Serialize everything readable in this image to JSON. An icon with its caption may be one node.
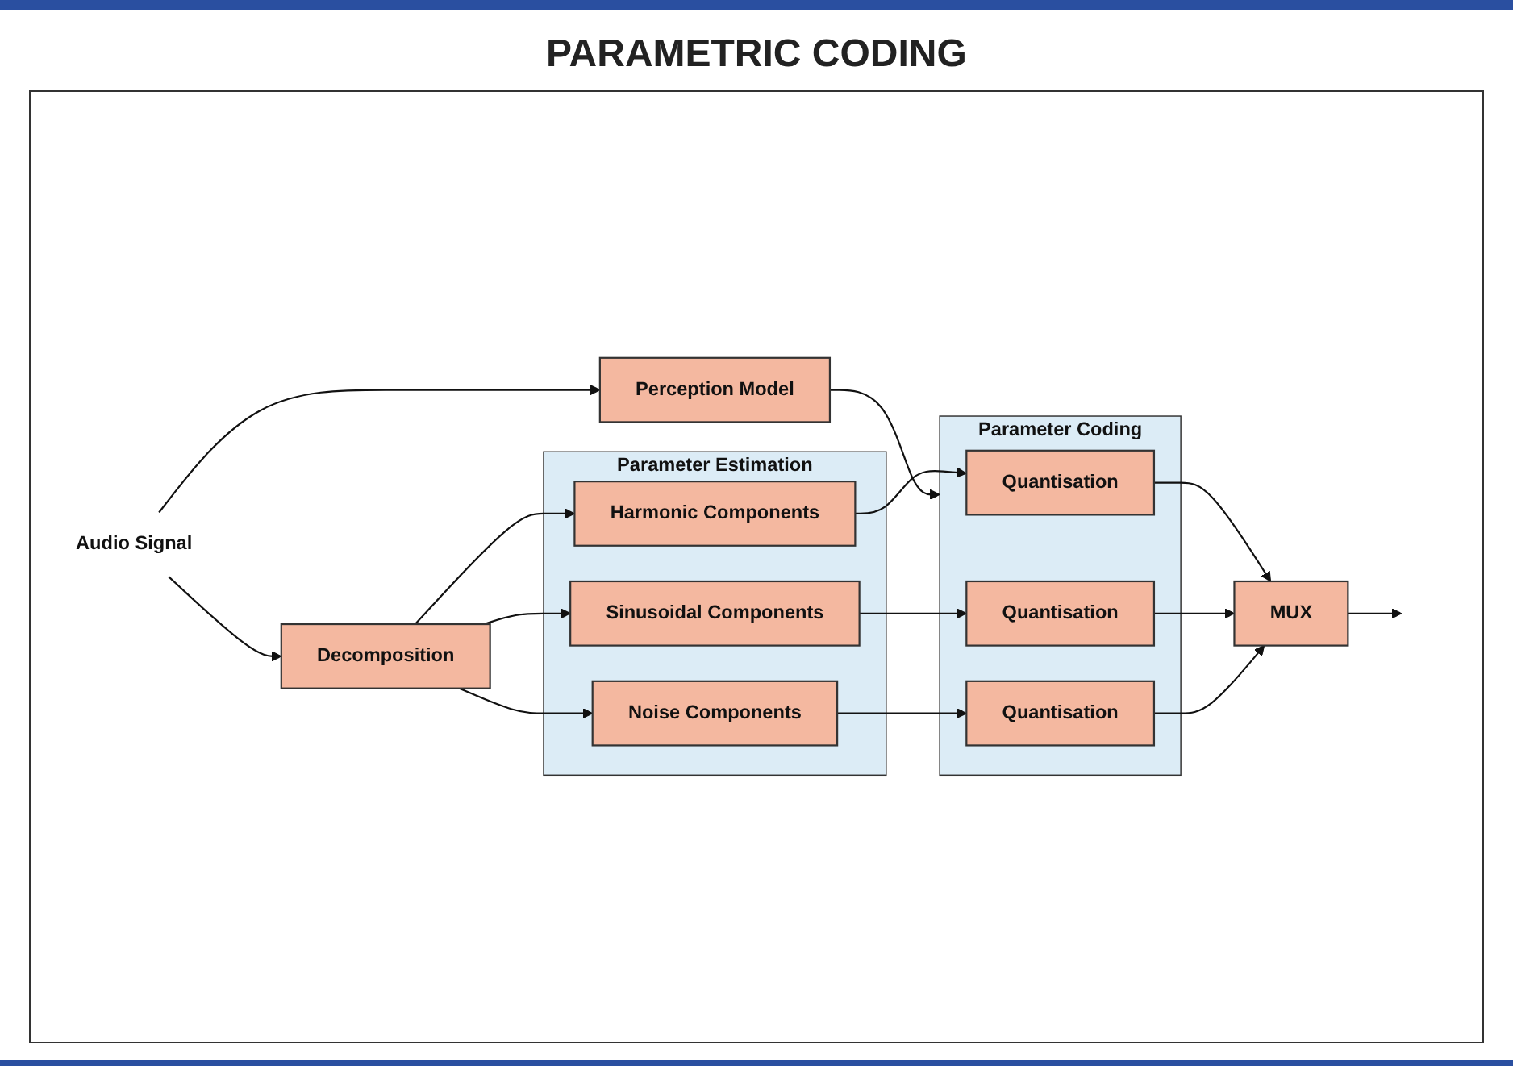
{
  "diagram": {
    "title": "PARAMETRIC CODING",
    "nodes": [
      {
        "text": [
          "Audio Signal"
        ]
      },
      {
        "text": [
          "Decomposition"
        ]
      },
      {
        "text": [
          "Perception Model"
        ]
      },
      {
        "text": [
          "Parameter Estimation"
        ]
      },
      {
        "text": [
          "Harmonic Components"
        ],
        "in": 3
      },
      {
        "text": [
          "Sinusoidal Components"
        ],
        "in": 3
      },
      {
        "text": [
          "Noise Components"
        ],
        "in": 3
      },
      {
        "text": [
          "Parameter Coding"
        ]
      },
      {
        "text": [
          "Quantisation"
        ],
        "in": 7
      },
      {
        "text": [
          "Quantisation"
        ],
        "in": 7
      },
      {
        "text": [
          "Quantisation"
        ],
        "in": 7
      },
      {
        "text": [
          "MUX"
        ]
      }
    ],
    "edges": [
      {
        "from": 0,
        "to": 1,
        "arrow": "to"
      },
      {
        "from": 0,
        "to": 2,
        "arrow": "to"
      },
      {
        "from": 1,
        "to": 4,
        "arrow": "to"
      },
      {
        "from": 1,
        "to": 5,
        "arrow": "to"
      },
      {
        "from": 1,
        "to": 6,
        "arrow": "to"
      },
      {
        "from": 4,
        "to": 8,
        "arrow": "to"
      },
      {
        "from": 5,
        "to": 9,
        "arrow": "to"
      },
      {
        "from": 6,
        "to": 10,
        "arrow": "to"
      },
      {
        "from": 2,
        "to": 7,
        "arrow": "to"
      },
      {
        "from": 8,
        "to": 11,
        "arrow": "to"
      },
      {
        "from": 9,
        "to": 11,
        "arrow": "to"
      },
      {
        "from": 10,
        "to": 11,
        "arrow": "to"
      },
      {
        "from": 11,
        "to": null,
        "arrow": "to"
      }
    ]
  }
}
